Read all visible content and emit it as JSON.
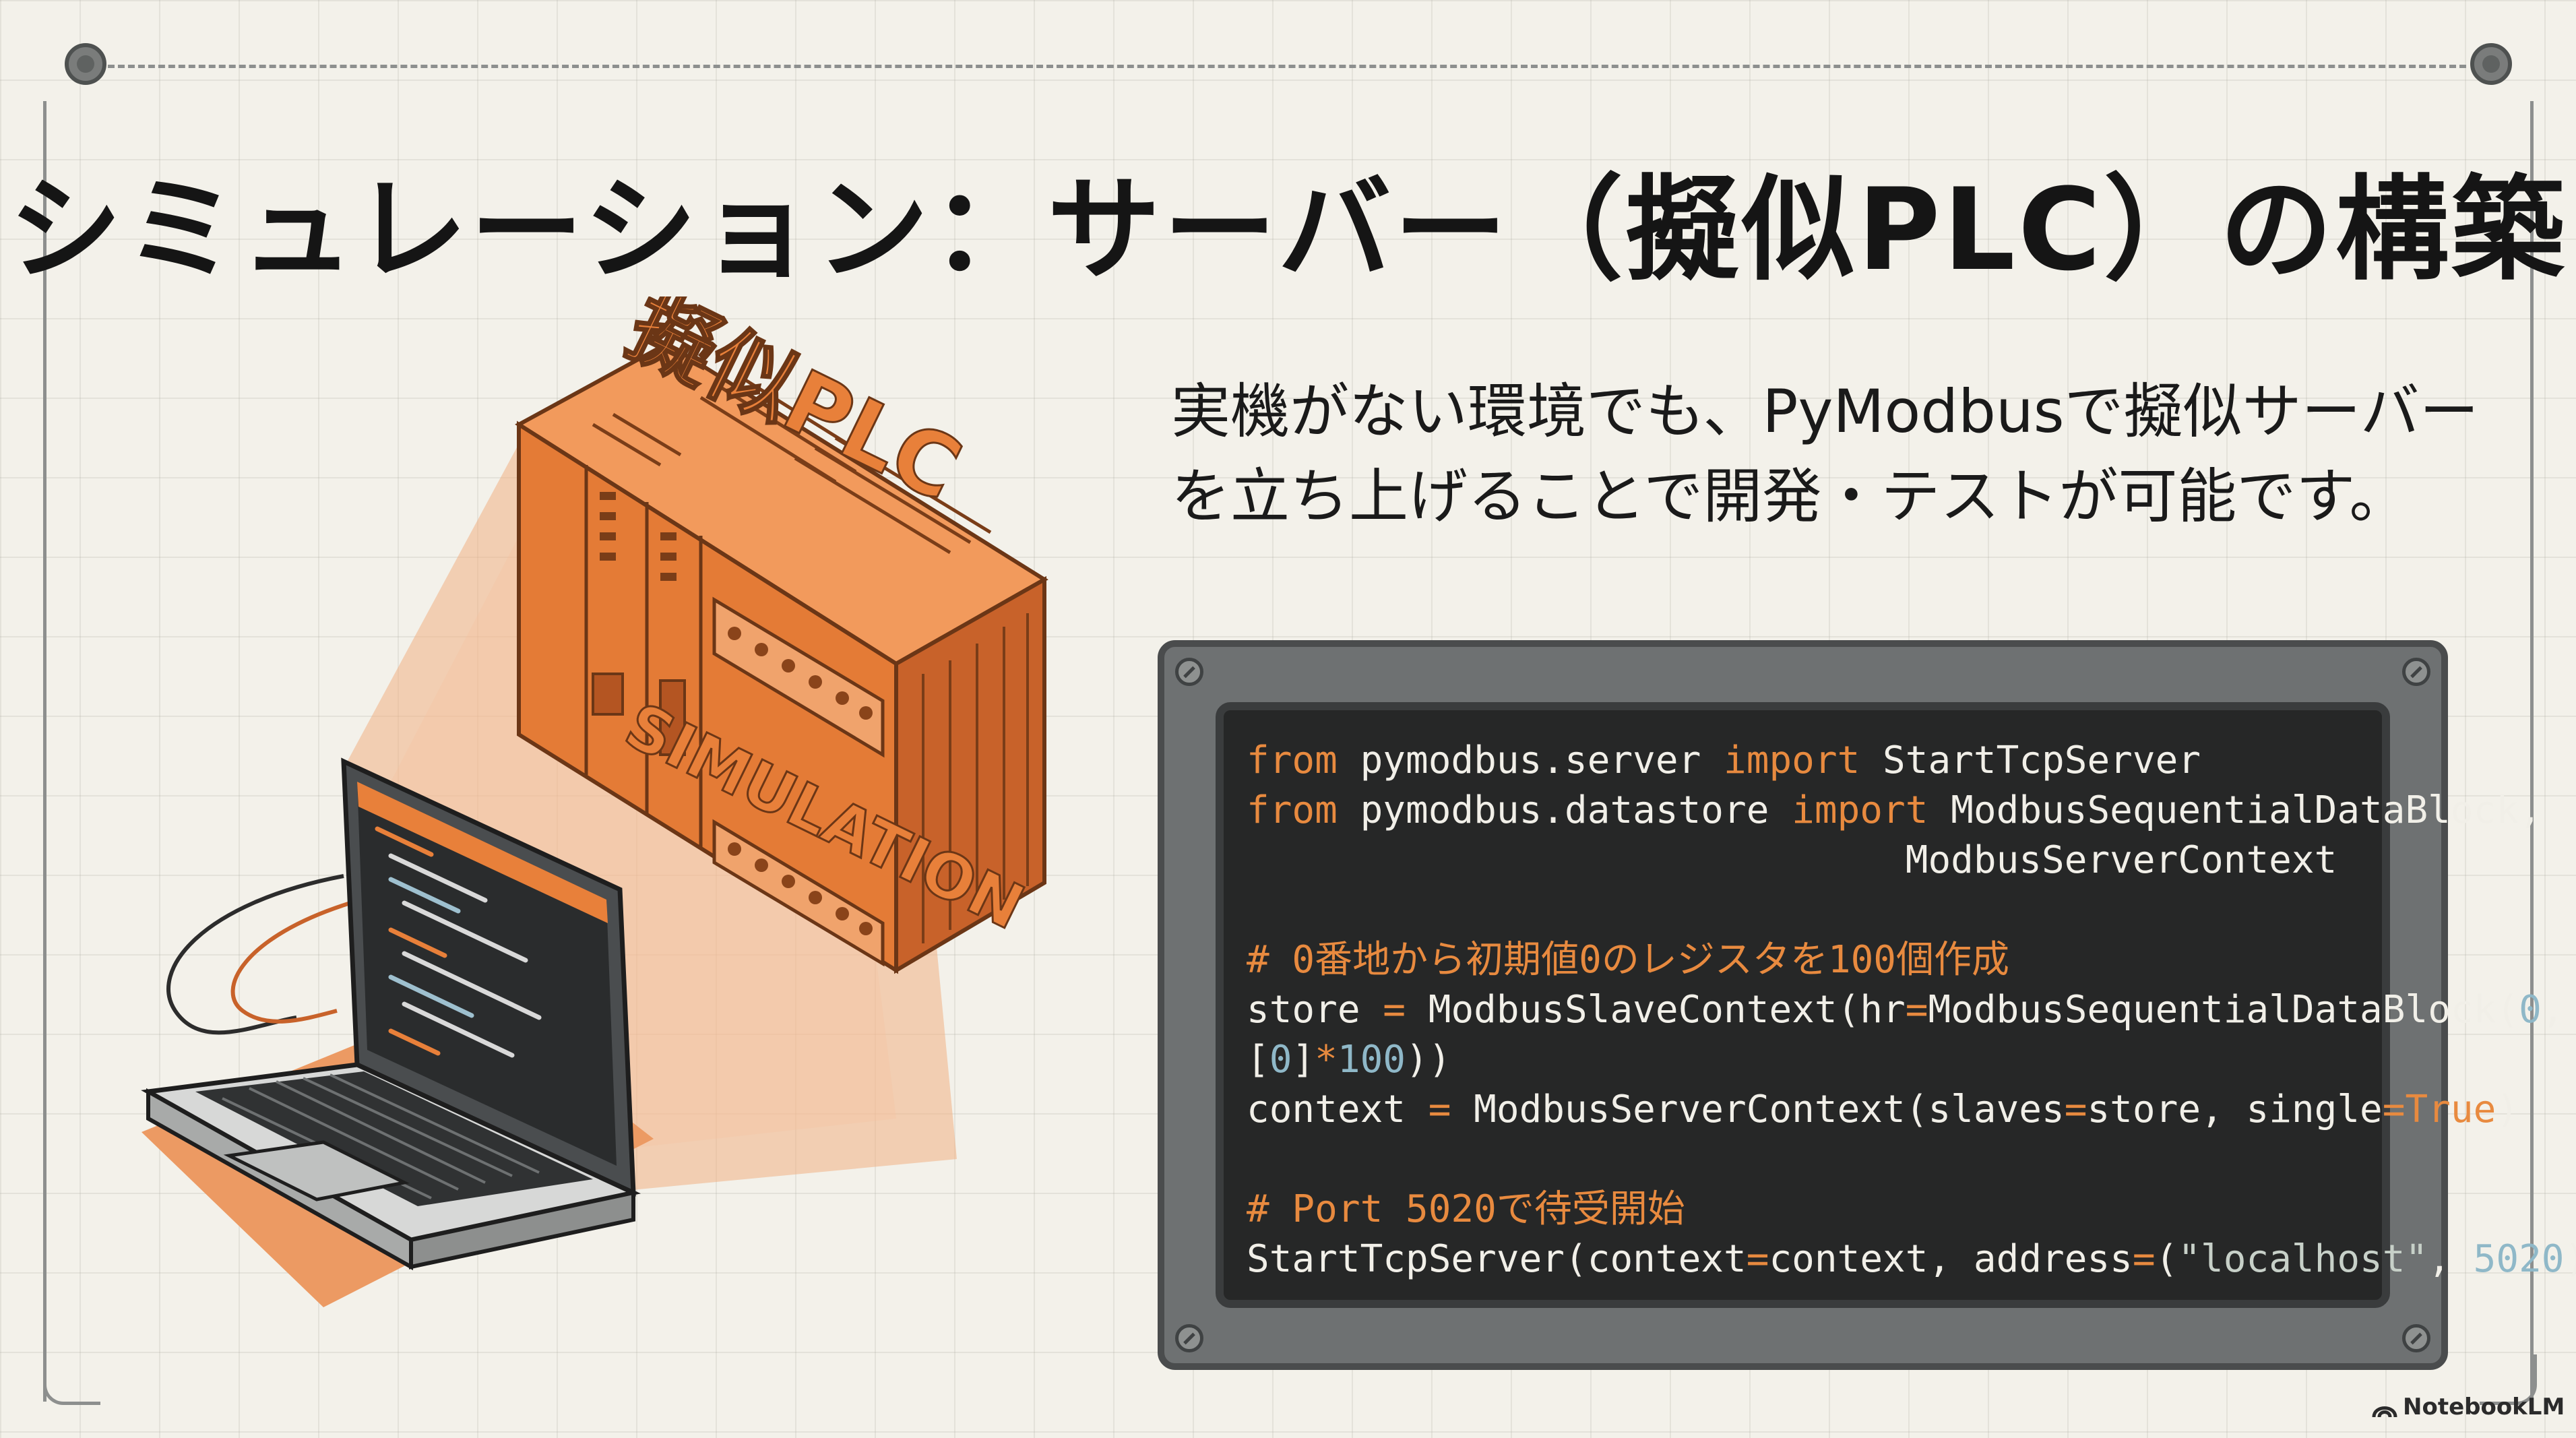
{
  "title": "シミュレーション：サーバー（擬似PLC）の構築",
  "intro": {
    "line1": "実機がない環境でも、PyModbusで擬似サーバー",
    "line2": "を立ち上げることで開発・テストが可能です。"
  },
  "illustration": {
    "plc_label": "擬似PLC",
    "simulation_label": "SIMULATION"
  },
  "code": {
    "l1_kw1": "from",
    "l1_mod": " pymodbus.server ",
    "l1_kw2": "import",
    "l1_name": " StartTcpServer",
    "l2_kw1": "from",
    "l2_mod": " pymodbus.datastore ",
    "l2_kw2": "import",
    "l2_name": " ModbusSequentialDataBlock,",
    "l3_indent": "                             ",
    "l3_name": "ModbusServerContext",
    "comment1": "# 0番地から初期値0のレジスタを100個作成",
    "l5_a": "store ",
    "l5_eq": "=",
    "l5_b": " ModbusSlaveContext(hr",
    "l5_eq2": "=",
    "l5_c": "ModbusSequentialDataBlock(",
    "l5_num": "0",
    "l5_d": ",",
    "l6_a": "[",
    "l6_num1": "0",
    "l6_b": "]",
    "l6_op": "*",
    "l6_num2": "100",
    "l6_c": "))",
    "l7_a": "context ",
    "l7_eq": "=",
    "l7_b": " ModbusServerContext(slaves",
    "l7_eq2": "=",
    "l7_c": "store, single",
    "l7_eq3": "=",
    "l7_bool": "True",
    "l7_d": ")",
    "comment2": "# Port 5020で待受開始",
    "l9_a": "StartTcpServer(context",
    "l9_eq": "=",
    "l9_b": "context, address",
    "l9_eq2": "=",
    "l9_c": "(",
    "l9_str": "\"localhost\"",
    "l9_d": ", ",
    "l9_num": "5020",
    "l9_e": "))"
  },
  "brand": "NotebookLM",
  "colors": {
    "accent_orange": "#e8803a",
    "background": "#f3f1ea",
    "code_bg": "#262727",
    "panel_frame": "#6e7172"
  }
}
